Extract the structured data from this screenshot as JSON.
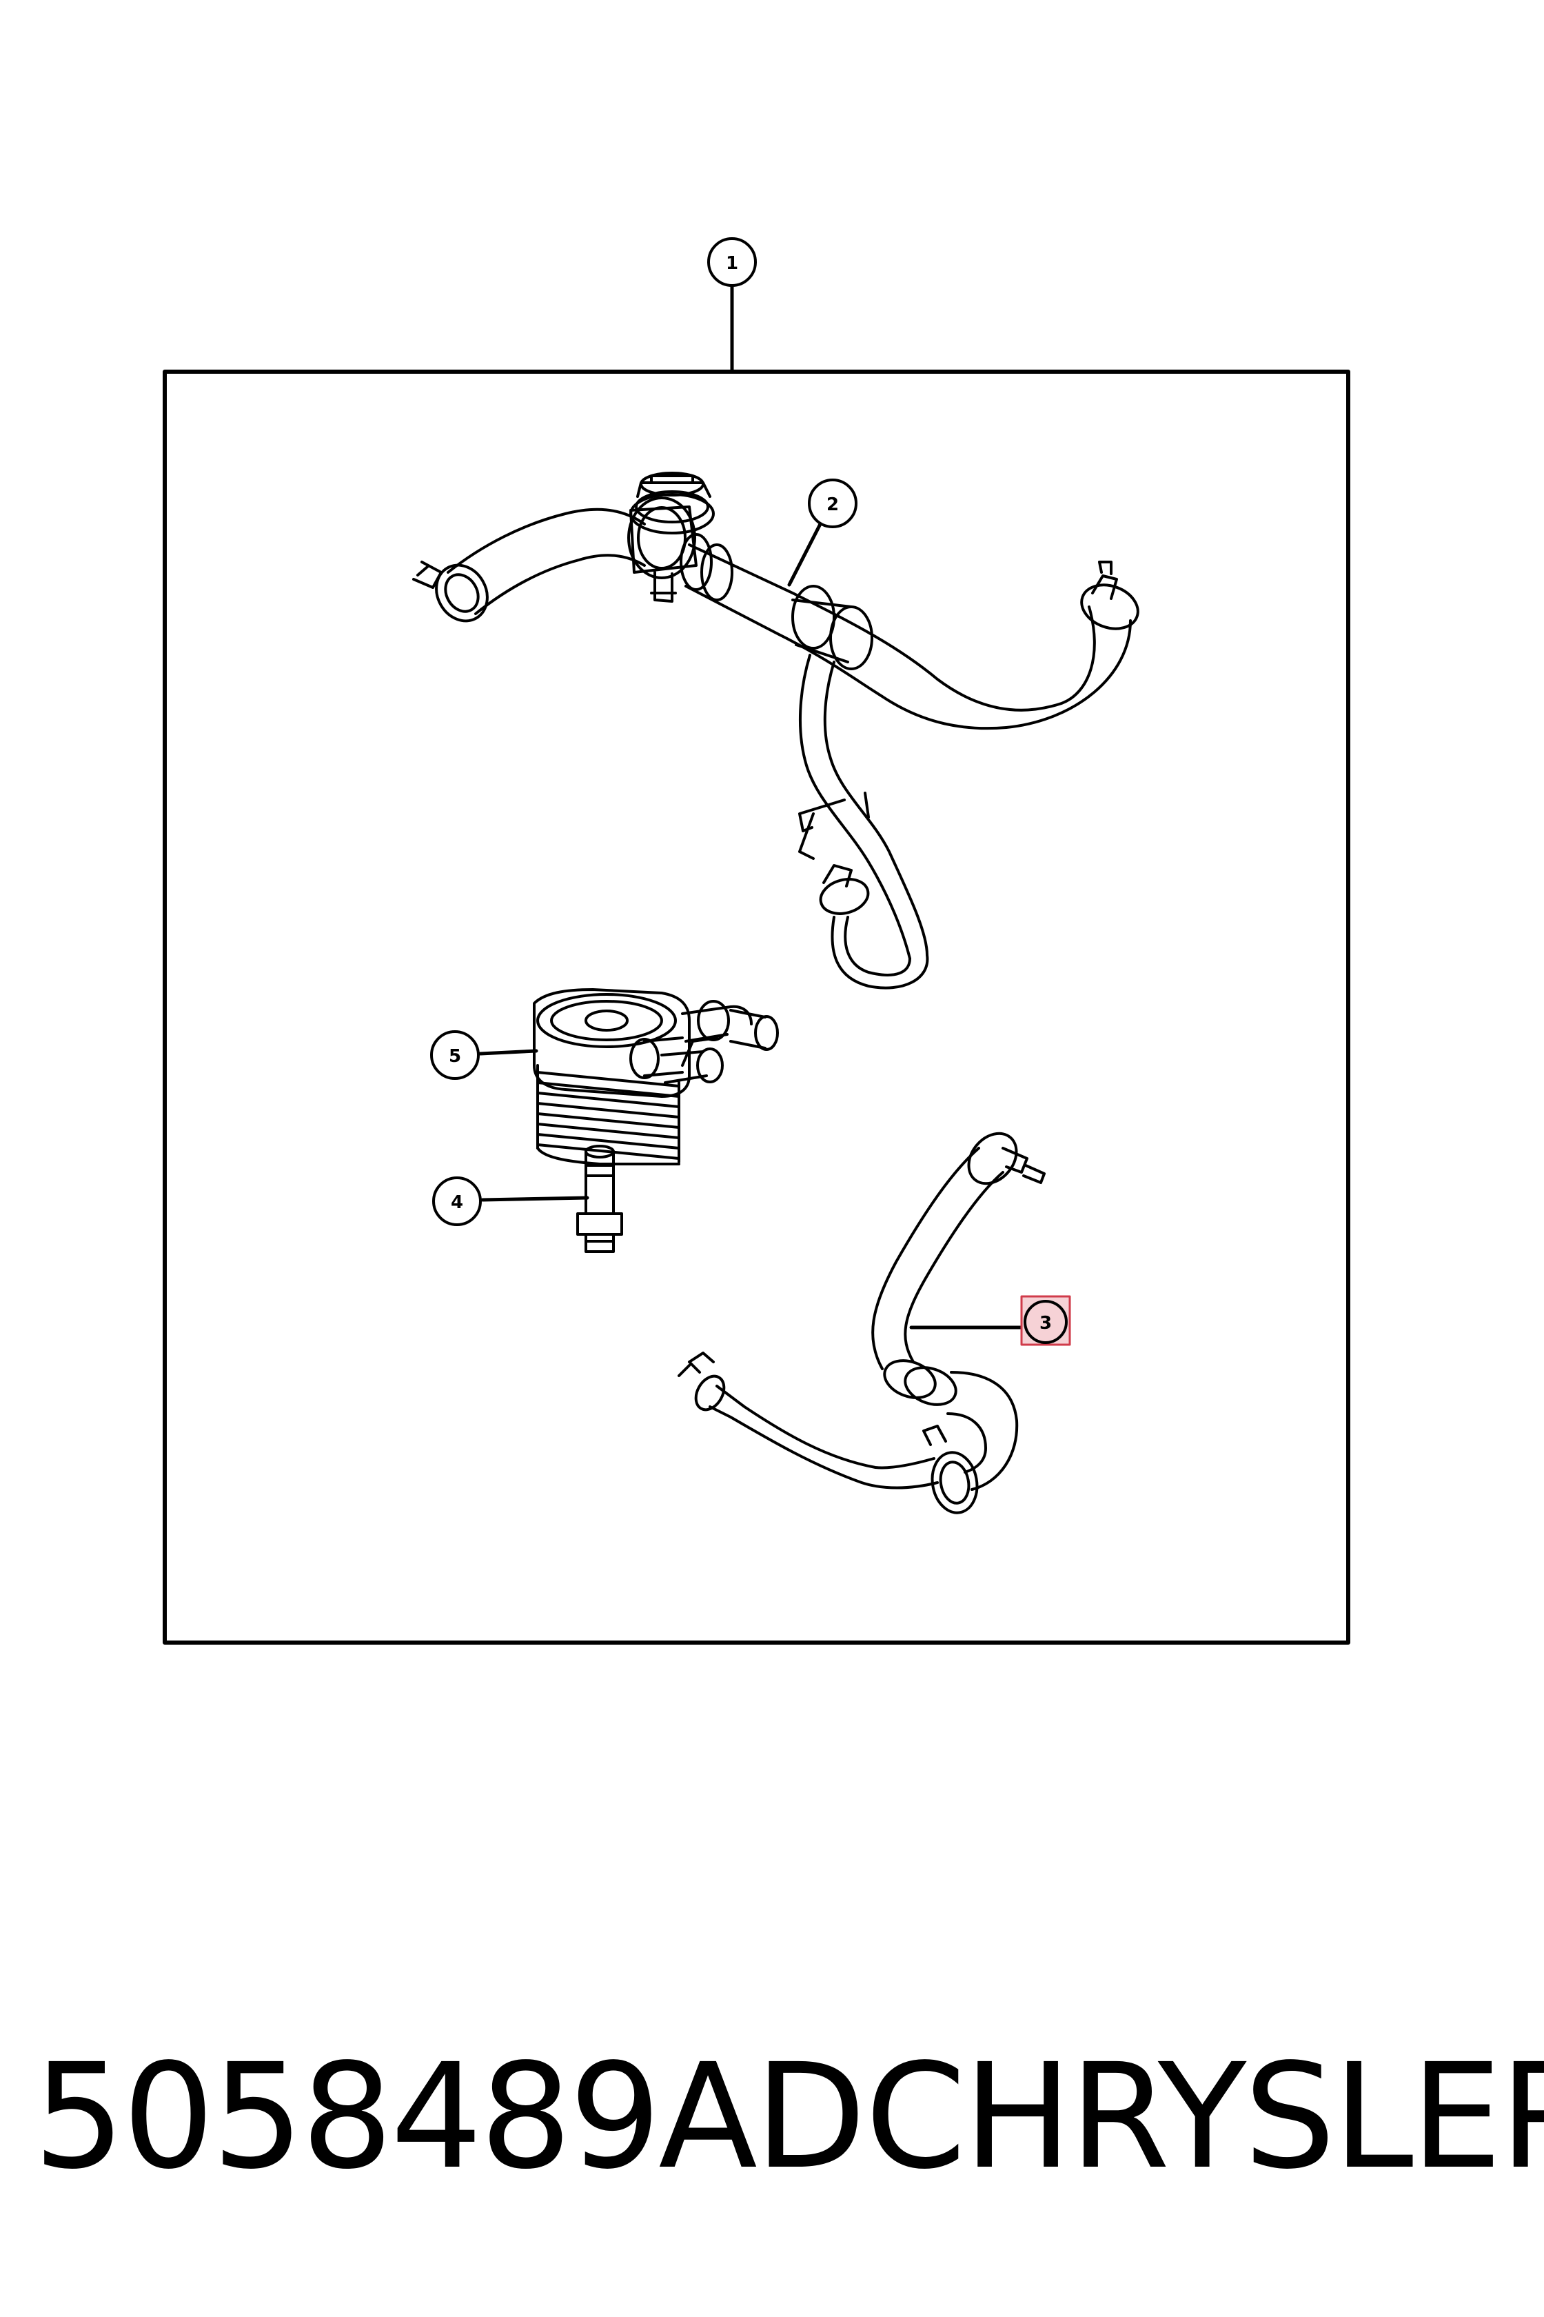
{
  "diagram": {
    "callouts": [
      {
        "id": "callout-1",
        "label": "1"
      },
      {
        "id": "callout-2",
        "label": "2"
      },
      {
        "id": "callout-3",
        "label": "3"
      },
      {
        "id": "callout-4",
        "label": "4"
      },
      {
        "id": "callout-5",
        "label": "5"
      }
    ],
    "highlighted_callout": "3",
    "colors": {
      "line": "#000000",
      "highlight_fill": "#f6d2d6",
      "highlight_border": "#d03b4a"
    }
  },
  "footer": {
    "part_number": "5058489AD",
    "brand": "CHRYSLER"
  }
}
